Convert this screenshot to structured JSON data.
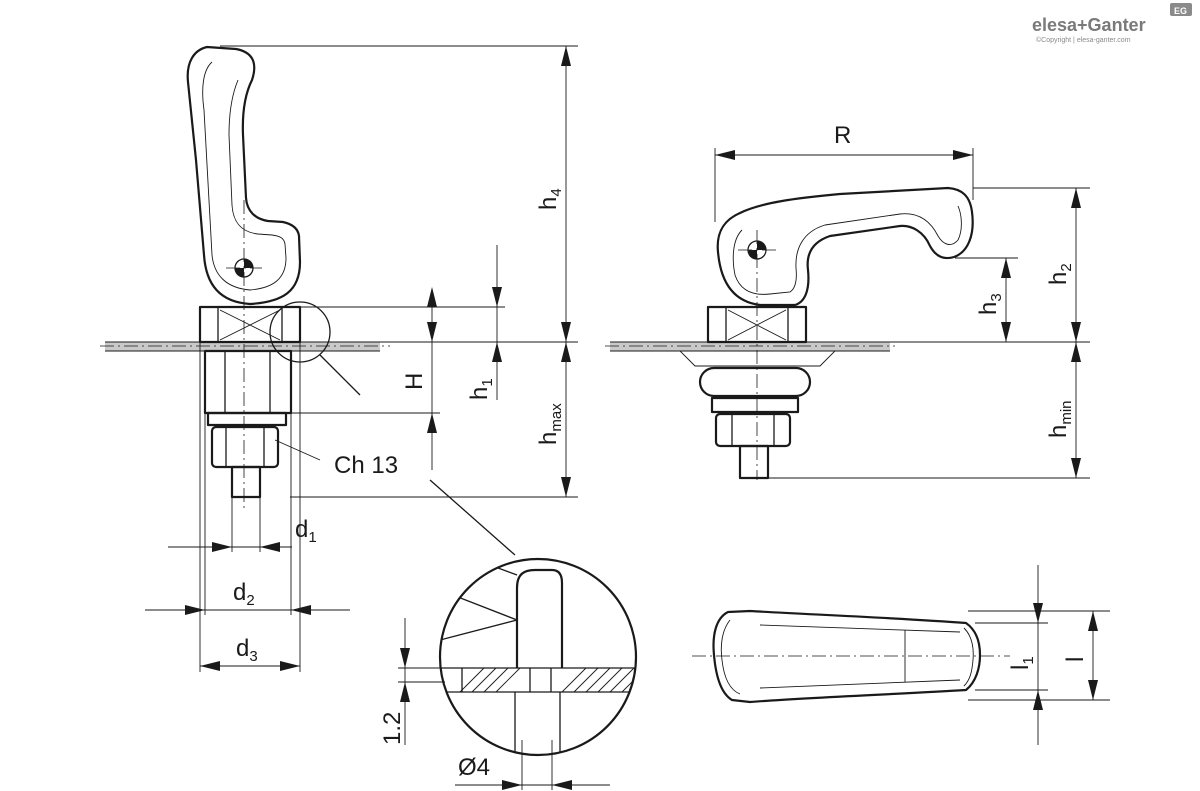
{
  "logo": {
    "brand": "elesa+Ganter",
    "badge": "EG",
    "copyright": "©Copyright | elesa-ganter.com"
  },
  "labels": {
    "h4": "h",
    "h4_sub": "4",
    "R": "R",
    "h2": "h",
    "h2_sub": "2",
    "h3": "h",
    "h3_sub": "3",
    "H": "H",
    "h1": "h",
    "h1_sub": "1",
    "hmax": "h",
    "hmax_sub": "max",
    "hmin": "h",
    "hmin_sub": "min",
    "ch13": "Ch 13",
    "d1": "d",
    "d1_sub": "1",
    "d2": "d",
    "d2_sub": "2",
    "d3": "d",
    "d3_sub": "3",
    "dim12": "1.2",
    "dia4": "Ø4",
    "l1": "l",
    "l1_sub": "1",
    "l": "l"
  }
}
